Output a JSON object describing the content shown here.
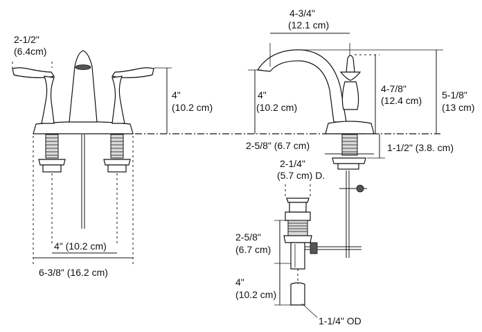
{
  "labels": {
    "handle_length_in": "2-1/2\"",
    "handle_length_cm": "(6.4cm)",
    "front_height_in": "4\"",
    "front_height_cm": "(10.2 cm)",
    "center_spacing": "4\" (10.2 cm)",
    "overall_width": "6-3/8\" (16.2 cm)",
    "spout_reach_in": "4-3/4\"",
    "spout_reach_cm": "(12.1 cm)",
    "spout_clearance_in": "4\"",
    "spout_clearance_cm": "(10.2 cm)",
    "handle_height_in": "4-7/8\"",
    "handle_height_cm": "(12.4 cm)",
    "overall_height_in": "5-1/8\"",
    "overall_height_cm": "(13 cm)",
    "shank_spacing": "2-5/8\" (6.7 cm)",
    "shank_length": "1-1/2\" (3.8. cm)",
    "drain_dia_in": "2-1/4\"",
    "drain_dia_cm": "(5.7 cm) D.",
    "drain_body_in": "2-5/8\"",
    "drain_body_cm": "(6.7 cm)",
    "tailpiece_in": "4\"",
    "tailpiece_cm": "(10.2 cm)",
    "tailpiece_od": "1-1/4\" OD"
  }
}
